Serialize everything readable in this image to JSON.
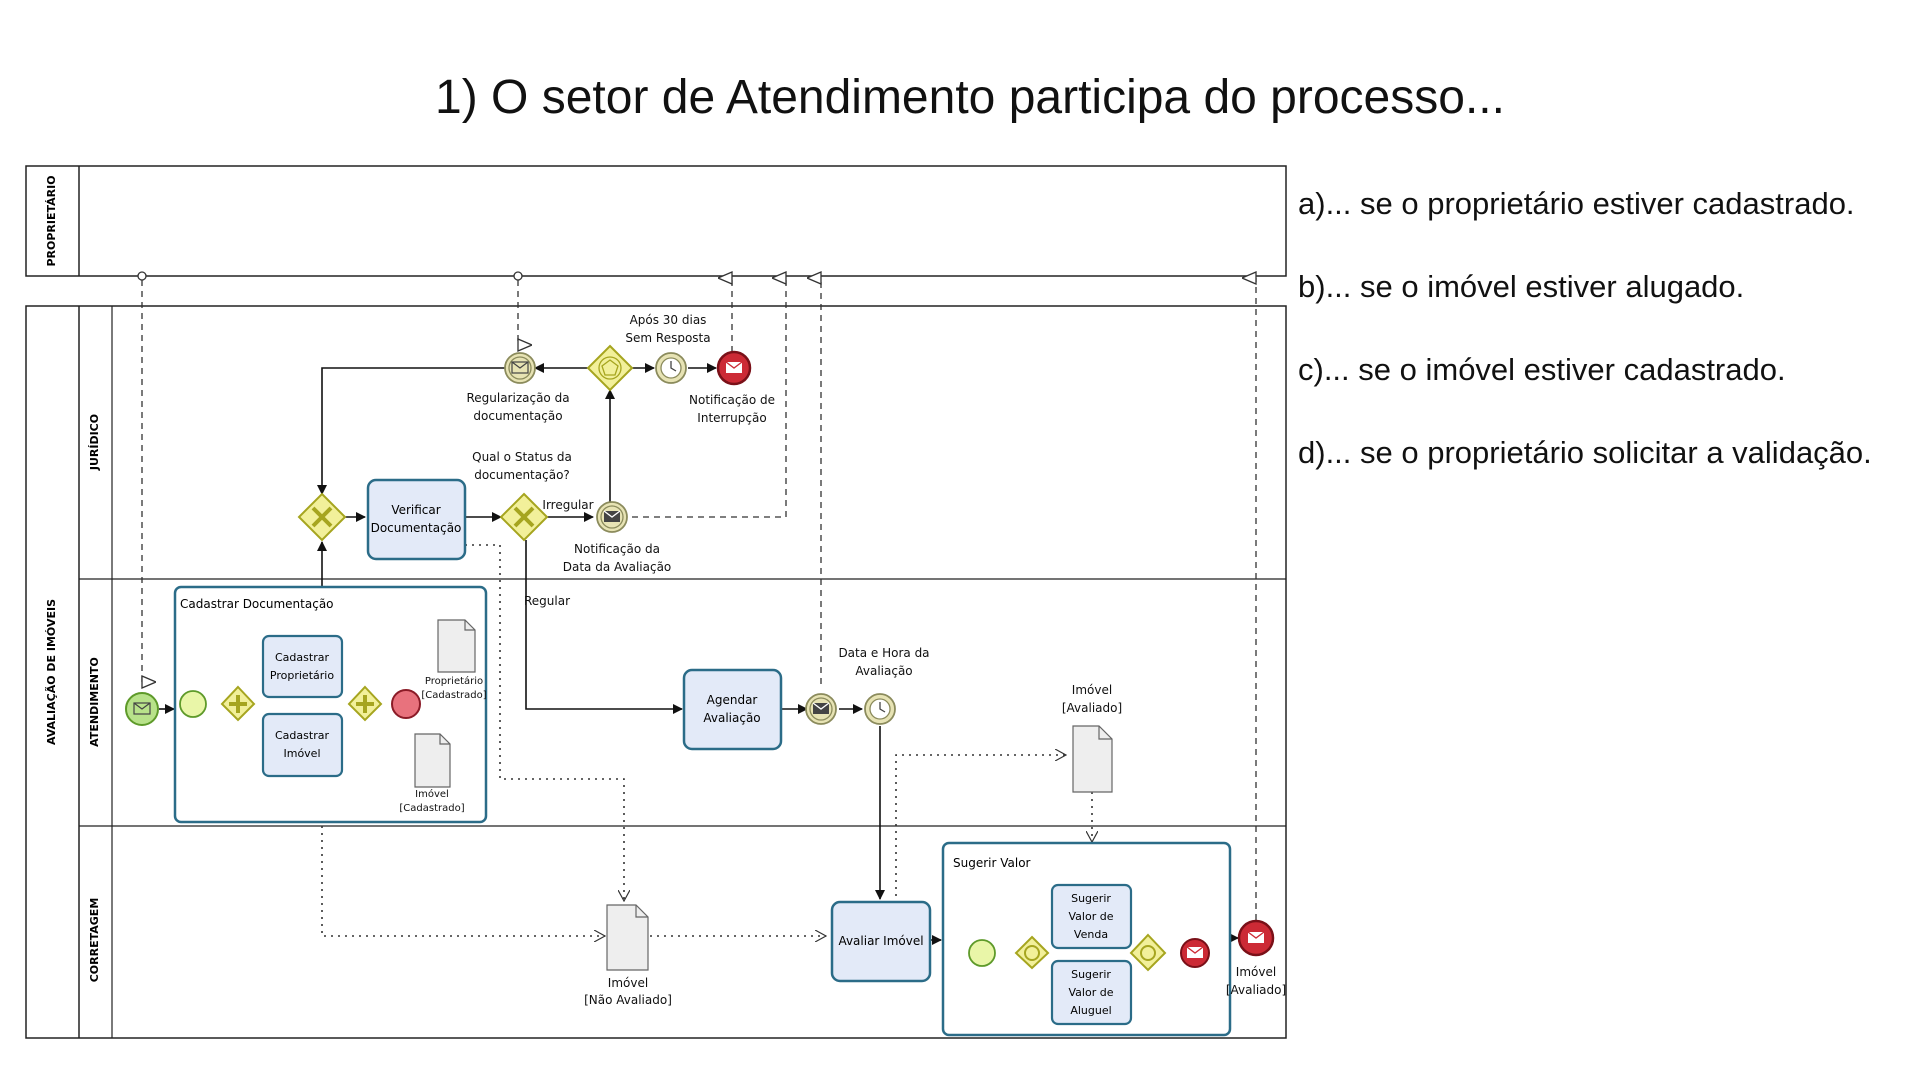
{
  "title": "1) O setor de Atendimento participa do processo...",
  "pool_owner": "PROPRIETÁRIO",
  "pool_main": "AVALIAÇÃO DE IMÓVEIS",
  "lanes": {
    "juridico": "JURÍDICO",
    "atendimento": "ATENDIMENTO",
    "corretagem": "CORRETAGEM"
  },
  "nodes": {
    "verificar": [
      "Verificar",
      "Documentação"
    ],
    "status_q": [
      "Qual o Status da",
      "documentação?"
    ],
    "irregular": "Irregular",
    "regular": "Regular",
    "notif_data": [
      "Notificação da",
      "Data da Avaliação"
    ],
    "regularizacao": [
      "Regularização da",
      "documentação"
    ],
    "apos30": [
      "Após 30 dias",
      "Sem Resposta"
    ],
    "notif_interrupcao": [
      "Notificação de",
      "Interrupção"
    ],
    "cadastrar_doc": "Cadastrar Documentação",
    "cad_proprietario": [
      "Cadastrar",
      "Proprietário"
    ],
    "cad_imovel": [
      "Cadastrar",
      "Imóvel"
    ],
    "doc_proprietario": [
      "Proprietário",
      "[Cadastrado]"
    ],
    "doc_imovel_cad": [
      "Imóvel",
      "[Cadastrado]"
    ],
    "agendar": [
      "Agendar",
      "Avaliação"
    ],
    "data_hora": [
      "Data e Hora da",
      "Avaliação"
    ],
    "doc_imovel_aval": [
      "Imóvel",
      "[Avaliado]"
    ],
    "doc_nao_aval": [
      "Imóvel",
      "[Não Avaliado]"
    ],
    "avaliar": "Avaliar Imóvel",
    "sugerir": "Sugerir Valor",
    "sug_venda": [
      "Sugerir",
      "Valor de",
      "Venda"
    ],
    "sug_aluguel": [
      "Sugerir",
      "Valor de",
      "Aluguel"
    ],
    "end_imovel": [
      "Imóvel",
      "[Avaliado]"
    ]
  },
  "options": [
    "a)... se o proprietário estiver cadastrado.",
    "b)... se o imóvel estiver alugado.",
    "c)... se o imóvel estiver cadastrado.",
    "d)... se o proprietário solicitar a validação."
  ]
}
